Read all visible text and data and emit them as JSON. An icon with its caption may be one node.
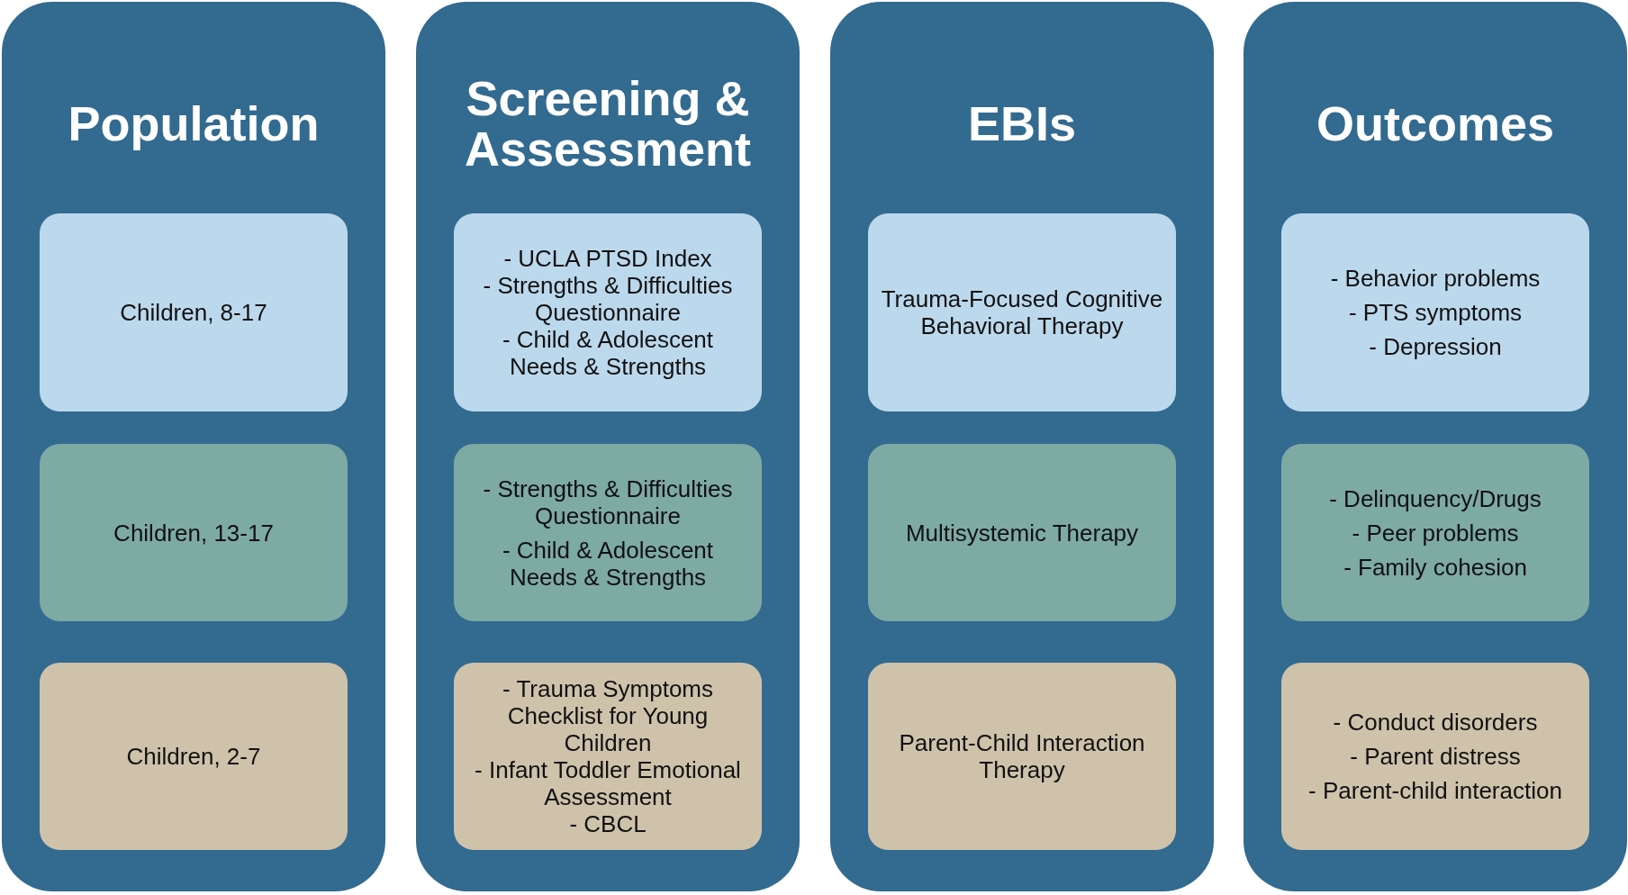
{
  "diagram": {
    "nodes": [
      {
        "text": [
          "Population"
        ]
      },
      {
        "text": [
          "Children, 8-17"
        ],
        "in": 0
      },
      {
        "text": [
          "Children, 13-17"
        ],
        "in": 0
      },
      {
        "text": [
          "Children, 2-7"
        ],
        "in": 0
      },
      {
        "text": [
          "Screening & Assessment"
        ]
      },
      {
        "text": [
          "- UCLA PTSD Index",
          "- Strengths & Difficulties Questionnaire",
          "- Child & Adolescent Needs & Strengths"
        ],
        "in": 4
      },
      {
        "text": [
          "- Strengths & Difficulties Questionnaire",
          "- Child & Adolescent Needs & Strengths"
        ],
        "in": 4
      },
      {
        "text": [
          "- Trauma Symptoms Checklist for Young Children",
          "- Infant Toddler Emotional Assessment",
          "- CBCL"
        ],
        "in": 4
      },
      {
        "text": [
          "EBIs"
        ]
      },
      {
        "text": [
          "Trauma-Focused Cognitive Behavioral Therapy"
        ],
        "in": 8
      },
      {
        "text": [
          "Multisystemic Therapy"
        ],
        "in": 8
      },
      {
        "text": [
          "Parent-Child Interaction Therapy"
        ],
        "in": 8
      },
      {
        "text": [
          "Outcomes"
        ]
      },
      {
        "text": [
          "- Behavior problems",
          "- PTS symptoms",
          "- Depression"
        ],
        "in": 12
      },
      {
        "text": [
          "- Delinquency/Drugs",
          "- Peer problems",
          "- Family cohesion"
        ],
        "in": 12
      },
      {
        "text": [
          "- Conduct disorders",
          "- Parent distress",
          "- Parent-child interaction"
        ],
        "in": 12
      }
    ]
  }
}
